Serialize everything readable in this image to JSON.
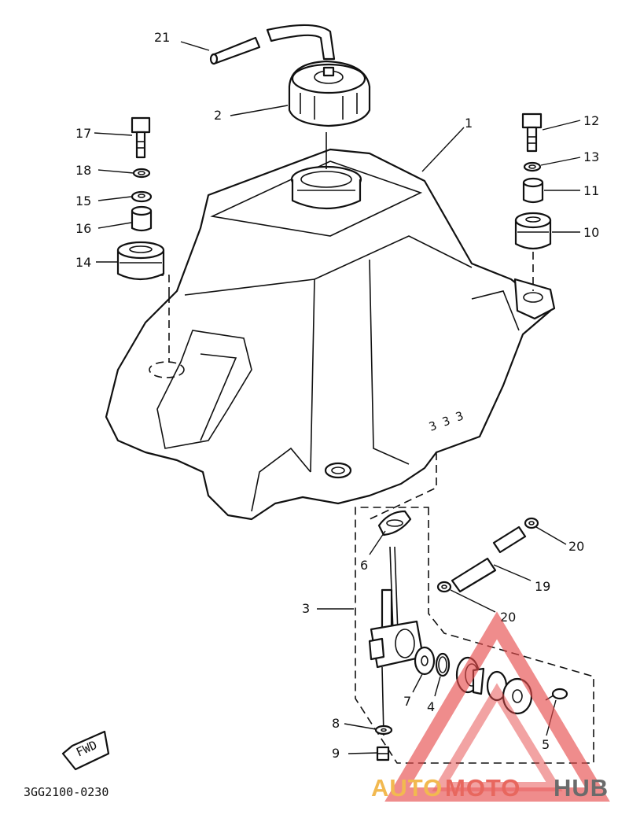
{
  "diagram": {
    "part_labels": {
      "p1": "1",
      "p2": "2",
      "p3": "3",
      "p4": "4",
      "p5": "5",
      "p6": "6",
      "p7": "7",
      "p8": "8",
      "p9": "9",
      "p10": "10",
      "p11": "11",
      "p12": "12",
      "p13": "13",
      "p14": "14",
      "p15": "15",
      "p16": "16",
      "p17": "17",
      "p18": "18",
      "p19": "19",
      "p20a": "20",
      "p20b": "20",
      "p21": "21"
    },
    "fwd_label": "FWD",
    "figure_code": "3GG2100-0230"
  },
  "watermark": {
    "text_auto": "AUTO",
    "text_moto": "MOTO",
    "text_hub": "HUB",
    "colors": {
      "auto": "#f2b950",
      "moto": "#e8675e",
      "hub": "#6b6b6b",
      "triangle": "#e54b4b"
    }
  }
}
